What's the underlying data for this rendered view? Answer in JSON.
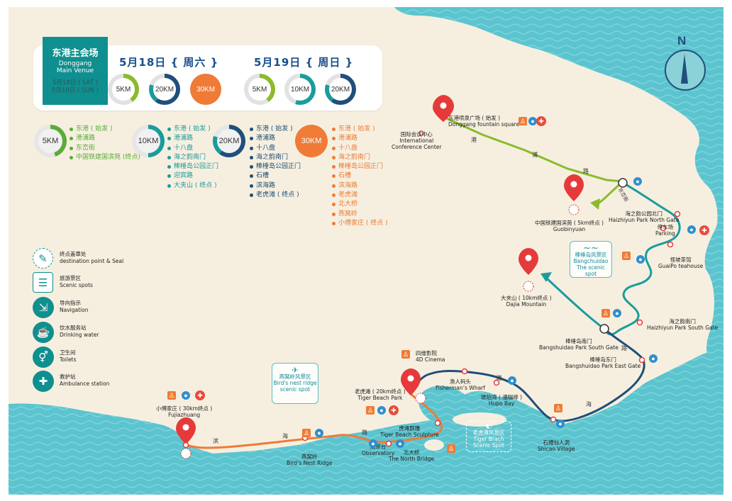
{
  "venue": {
    "title": "东港主会场",
    "subtitle_en": "Donggang Main Venue",
    "dates": [
      "5月18日 ( SAT )",
      "5月19日 ( SUN )"
    ]
  },
  "days": [
    {
      "label": "5月18日 { 周六 }",
      "races": [
        "5KM",
        "20KM",
        "30KM"
      ]
    },
    {
      "label": "5月19日 { 周日 }",
      "races": [
        "5KM",
        "10KM",
        "20KM"
      ]
    }
  ],
  "routes": [
    {
      "distance": "5KM",
      "color": "#5aac3a",
      "stops": [
        "东港 ( 始发 )",
        "港浦路",
        "东峦街",
        "中国铁建国滨苑 (终点)"
      ]
    },
    {
      "distance": "10KM",
      "color": "#1a9c9c",
      "stops": [
        "东港 ( 始发 )",
        "港浦路",
        "十八盘",
        "海之韵南门",
        "棒棰岛公园正门",
        "迎宾路",
        "大夹山 ( 终点 )"
      ]
    },
    {
      "distance": "20KM",
      "color": "#1f4f7a",
      "stops": [
        "东港 ( 始发 )",
        "港浦路",
        "十八盘",
        "海之韵南门",
        "棒棰岛公园正门",
        "石槽",
        "滨海路",
        "老虎滩 ( 终点 )"
      ]
    },
    {
      "distance": "30KM",
      "color": "#ef7b37",
      "stops": [
        "东港 ( 始发 )",
        "港浦路",
        "十八盘",
        "海之韵南门",
        "棒棰岛公园正门",
        "石槽",
        "滨海路",
        "老虎滩",
        "北大桥",
        "燕窝岭",
        "小傅家庄 ( 终点 )"
      ]
    }
  ],
  "legend": [
    {
      "icon": "destination-seal-icon",
      "zh": "终点盖章处",
      "en": "destination point & Seal"
    },
    {
      "icon": "scenic-spots-icon",
      "zh": "旅游景区",
      "en": "Scenic spots"
    },
    {
      "icon": "navigation-icon",
      "zh": "导向指示",
      "en": "Navigation"
    },
    {
      "icon": "drinking-water-icon",
      "zh": "饮水服务站",
      "en": "Drinking water"
    },
    {
      "icon": "toilets-icon",
      "zh": "卫生间",
      "en": "Toilets"
    },
    {
      "icon": "ambulance-icon",
      "zh": "救护站",
      "en": "Ambulance station"
    }
  ],
  "compass": "N",
  "places": {
    "fountain_square_zh": "东港喷泉广场 ( 始发 )",
    "fountain_square_en": "Donggang fountain square",
    "conference_zh": "国际会议中心",
    "conference_en1": "International",
    "conference_en2": "Conference Center",
    "guobinyuan_zh": "中国铁建国滨苑 ( 5km终点 )",
    "guobinyuan_en": "Guobinyuan",
    "haizhiyun_north_zh": "海之韵公园北门",
    "haizhiyun_north_en": "Haizhiyun Park North Gate",
    "parking_zh": "停车场",
    "parking_en": "Parking",
    "guaipo_zh": "怪坡茶馆",
    "guaipo_en": "GuaiPo teahouse",
    "bangchuidao_zh": "棒棰岛风景区",
    "bangchuidao_en1": "Bangchuidao",
    "bangchuidao_en2": "The scenic spot",
    "dajia_zh": "大夹山 ( 10km终点 )",
    "dajia_en": "Dajia Mountain",
    "haizhiyun_south_zh": "海之韵南门",
    "haizhiyun_south_en": "Haizhiyun Park South Gate",
    "bcd_south_zh": "棒棰岛南门",
    "bcd_south_en": "Bangshuidao Park South Gate",
    "bcd_east_zh": "棒棰岛东门",
    "bcd_east_en": "Bangshuidao Park East Gate",
    "cinema_zh": "四维影院",
    "cinema_en": "4D Cinema",
    "wharf_zh": "渔人码头",
    "wharf_en": "Fisherman’s Wharf",
    "hupo_zh": "琥珀湾 ( 漫咖啡 )",
    "hupo_en": "Hupo Bay",
    "tiger_park_zh": "老虎滩 ( 20km终点 )",
    "tiger_park_en": "Tiger Beach Park",
    "tiger_sculpture_zh": "虎滩群雕",
    "tiger_sculpture_en": "Tiger Beach Sculpture",
    "observatory_zh": "观景台",
    "observatory_en": "Observatory",
    "north_bridge_zh": "北大桥",
    "north_bridge_en": "The North Bridge",
    "tiger_scenic_zh": "老虎滩风景区",
    "tiger_scenic_en1": "Tiger Brach",
    "tiger_scenic_en2": "Scenic Spot",
    "shicao_zh": "石槽仙人洞",
    "shicao_en": "Shicao Village",
    "birds_nest_zh": "燕窝岭",
    "birds_nest_en": "Bird’s Nest Ridge",
    "birds_scenic_zh": "燕窝岭风景区",
    "birds_scenic_en1": "Bird's nest ridge",
    "birds_scenic_en2": "scenic spot",
    "fujiazhuang_zh": "小傅家庄 ( 30km终点 )",
    "fujiazhuang_en": "Fujiazhuang"
  },
  "road_chars": {
    "gangpu": [
      "港",
      "浦",
      "路"
    ],
    "dongluan": "东峦街",
    "binhai_east": [
      "路",
      "海"
    ],
    "binhai_west": [
      "滨",
      "海",
      "路"
    ]
  },
  "colors": {
    "sea": "#5bc4cf",
    "land": "#f6efdf",
    "route_5k": "#8bbb2a",
    "route_10k": "#1a9c9c",
    "route_20k": "#1f4f7a",
    "route_30k": "#ef7b37",
    "pin": "#e63a3a"
  }
}
